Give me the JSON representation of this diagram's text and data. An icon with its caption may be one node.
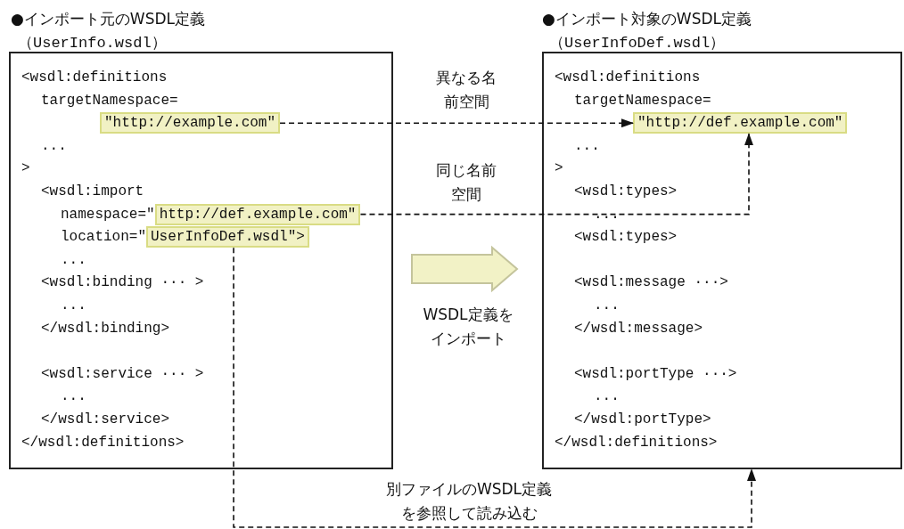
{
  "diagram": {
    "nodes": [
      {
        "text": [
          "●インポート元のWSDL定義",
          "（UserInfo.wsdl）",
          "<wsdl:definitions",
          "targetNamespace=",
          "...",
          ">",
          "<wsdl:import",
          "namespace=\"",
          "location=\"",
          "...",
          "<wsdl:binding ··· >",
          "...",
          "</wsdl:binding>",
          "<wsdl:service ··· >",
          "...",
          "</wsdl:service>",
          "</wsdl:definitions>"
        ]
      },
      {
        "text": [
          "\"http://example.com\""
        ],
        "in": 0
      },
      {
        "text": [
          "http://def.example.com\""
        ],
        "in": 0
      },
      {
        "text": [
          "UserInfoDef.wsdl\">"
        ],
        "in": 0
      },
      {
        "text": [
          "●インポート対象のWSDL定義",
          "（UserInfoDef.wsdl）",
          "<wsdl:definitions",
          "targetNamespace=",
          "...",
          ">",
          "<wsdl:types>",
          "...",
          "<wsdl:types>",
          "<wsdl:message ···>",
          "...",
          "</wsdl:message>",
          "<wsdl:portType ···>",
          "...",
          "</wsdl:portType>",
          "</wsdl:definitions>"
        ]
      },
      {
        "text": [
          "\"http://def.example.com\""
        ],
        "in": 4
      }
    ],
    "edges": [
      {
        "from": 1,
        "to": 5,
        "arrow": "to",
        "label": "異なる名前空間",
        "style": "dashed"
      },
      {
        "from": 2,
        "to": 5,
        "arrow": "to",
        "label": "同じ名前空間",
        "style": "dashed"
      },
      {
        "from": 3,
        "to": 4,
        "arrow": "to",
        "label": "別ファイルのWSDL定義を参照して読み込む",
        "style": "dashed"
      },
      {
        "from": 0,
        "to": 4,
        "arrow": "to",
        "label": "WSDL定義をインポート",
        "style": "thick",
        "color": "#f2f2c6"
      }
    ]
  }
}
